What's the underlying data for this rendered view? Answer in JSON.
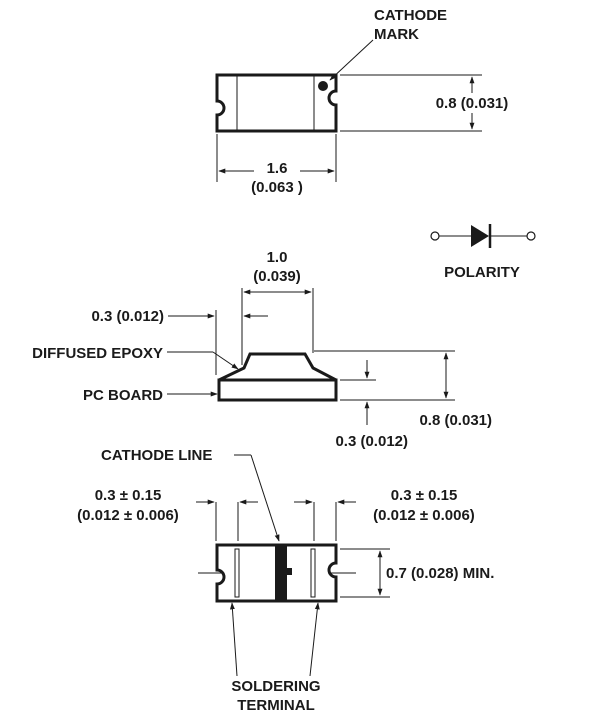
{
  "top_view": {
    "cathode_mark_line1": "CATHODE",
    "cathode_mark_line2": "MARK",
    "height_dim": "0.8 (0.031)",
    "length_dim_line1": "1.6",
    "length_dim_line2": "(0.063 )"
  },
  "polarity": {
    "label": "POLARITY",
    "icon": "diode-symbol-icon"
  },
  "side_view": {
    "epoxy_width_line1": "1.0",
    "epoxy_width_line2": "(0.039)",
    "inset_dim": "0.3 (0.012)",
    "epoxy_label": "DIFFUSED EPOXY",
    "board_label": "PC BOARD",
    "board_thickness_dim": "0.3 (0.012)",
    "total_height_dim": "0.8 (0.031)"
  },
  "bottom_view": {
    "cathode_line_label": "CATHODE LINE",
    "left_terminal_dim_line1": "0.3 ± 0.15",
    "left_terminal_dim_line2": "(0.012 ± 0.006)",
    "right_terminal_dim_line1": "0.3 ± 0.15",
    "right_terminal_dim_line2": "(0.012 ± 0.006)",
    "min_width_dim": "0.7 (0.028) MIN.",
    "terminal_label_line1": "SOLDERING",
    "terminal_label_line2": "TERMINAL"
  },
  "colors": {
    "ink": "#1a1a1a",
    "background": "#ffffff"
  }
}
